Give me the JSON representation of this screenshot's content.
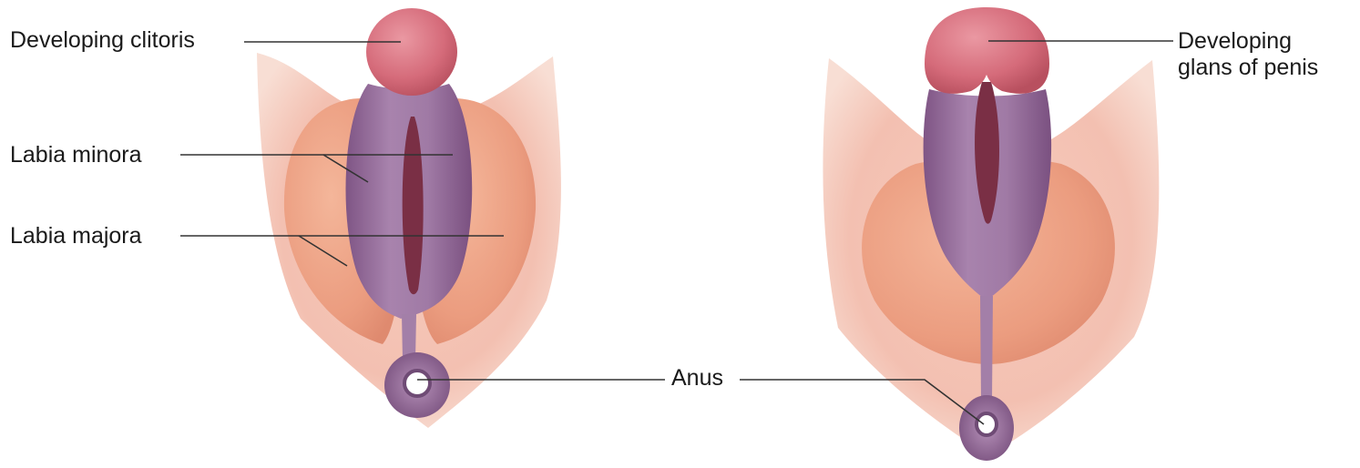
{
  "labels": {
    "clitoris": "Developing clitoris",
    "labia_minora": "Labia minora",
    "labia_majora": "Labia majora",
    "anus": "Anus",
    "glans_line1": "Developing",
    "glans_line2": "glans of penis"
  },
  "colors": {
    "skin": "#f3c2b4",
    "labial_swelling": "#eea083",
    "urogenital_fold": "#9b6d9f",
    "glans": "#d96f7e",
    "groove": "#7d3243",
    "leader_line": "#333333"
  }
}
